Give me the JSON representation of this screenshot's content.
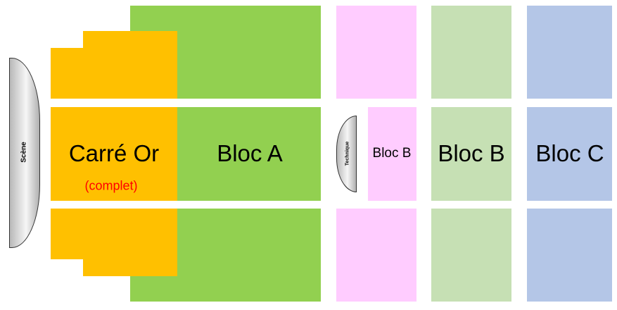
{
  "stage": {
    "label": "Scène"
  },
  "technique": {
    "label": "Technique"
  },
  "sections": {
    "carre_or": {
      "label": "Carré Or",
      "status": "(complet)",
      "color": "#FFC000",
      "status_color": "#FF0000"
    },
    "bloc_a": {
      "label": "Bloc A",
      "color": "#92D050"
    },
    "bloc_b_front": {
      "label": "Bloc B",
      "color": "#FFCCFF"
    },
    "bloc_b": {
      "label": "Bloc B",
      "color": "#C6E0B4"
    },
    "bloc_c": {
      "label": "Bloc C",
      "color": "#B4C6E7"
    }
  }
}
